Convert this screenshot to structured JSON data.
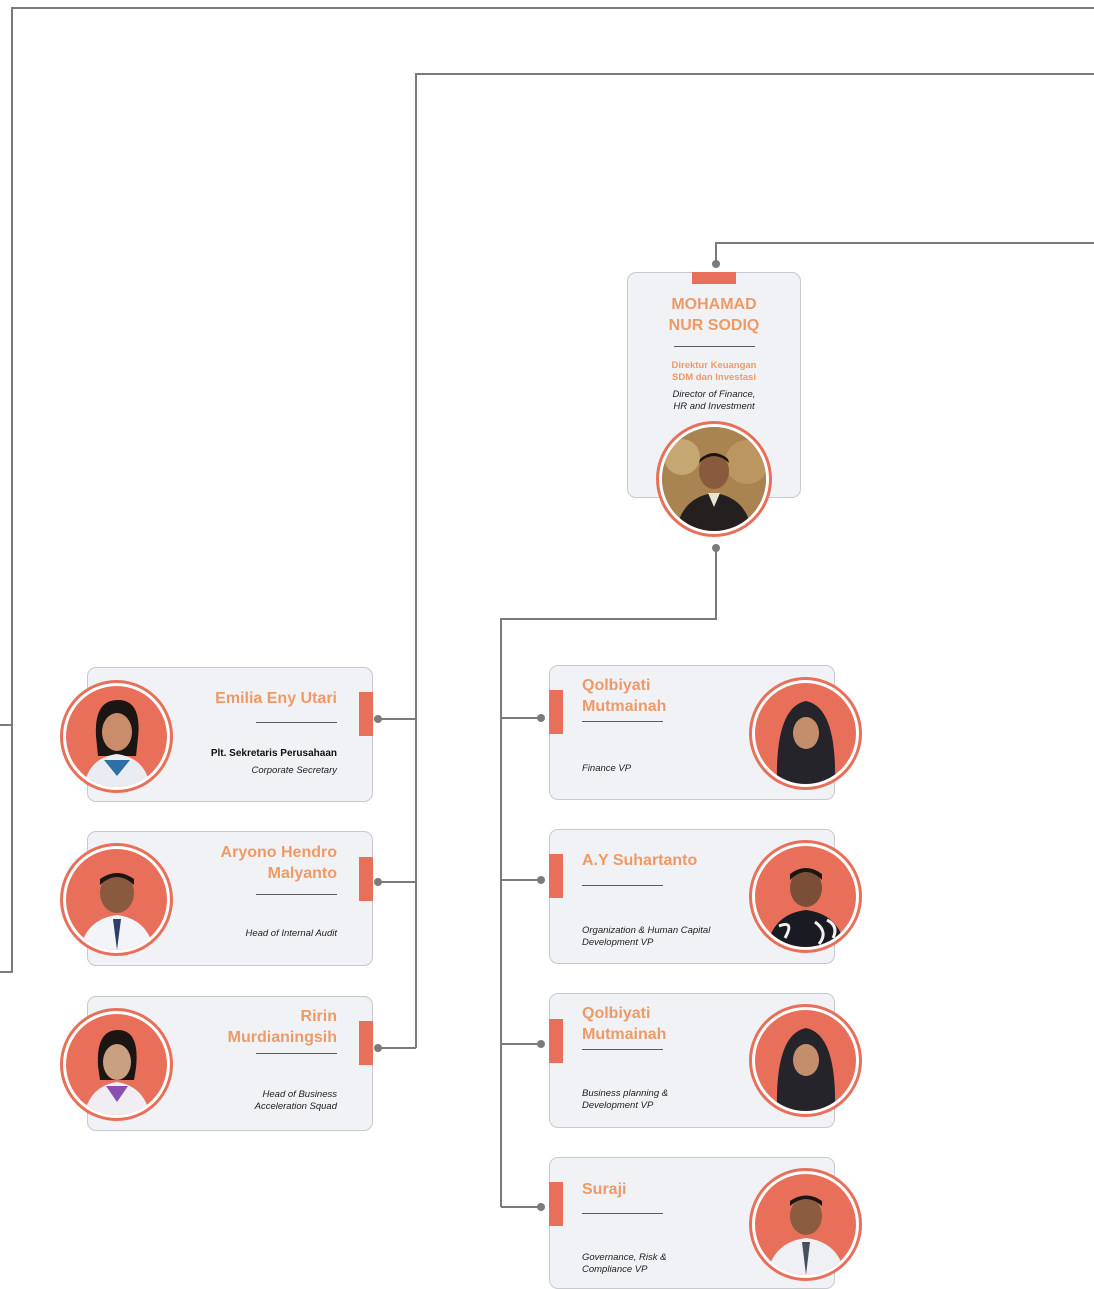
{
  "colors": {
    "accent": "#e8705a",
    "name_text": "#ef9a66",
    "line": "#7b7b7b",
    "card_bg": "#f1f2f5"
  },
  "director": {
    "name": "MOHAMAD\nNUR SODIQ",
    "title_id": "Direktur Keuangan\nSDM dan Investasi",
    "title_en": "Director of Finance,\nHR and Investment",
    "photo_icon": "director-portrait"
  },
  "left_units": [
    {
      "name": "Emilia Eny Utari",
      "title_id": "Plt. Sekretaris Perusahaan",
      "title_en": "Corporate Secretary",
      "photo_icon": "woman-portrait"
    },
    {
      "name": "Aryono Hendro\nMalyanto",
      "title_id": "",
      "title_en": "Head of Internal Audit",
      "photo_icon": "man-portrait"
    },
    {
      "name": "Ririn\nMurdianingsih",
      "title_id": "",
      "title_en": "Head of Business\nAcceleration Squad",
      "photo_icon": "woman-portrait"
    }
  ],
  "right_units": [
    {
      "name": "Qolbiyati\nMutmainah",
      "title_en": "Finance VP",
      "photo_icon": "hijab-woman-portrait"
    },
    {
      "name": "A.Y Suhartanto",
      "title_en": "Organization & Human Capital\nDevelopment VP",
      "photo_icon": "man-portrait"
    },
    {
      "name": "Qolbiyati\nMutmainah",
      "title_en": "Business planning &\nDevelopment VP",
      "photo_icon": "hijab-woman-portrait"
    },
    {
      "name": "Suraji",
      "title_en": "Governance, Risk &\nCompliance VP",
      "photo_icon": "man-portrait"
    }
  ]
}
